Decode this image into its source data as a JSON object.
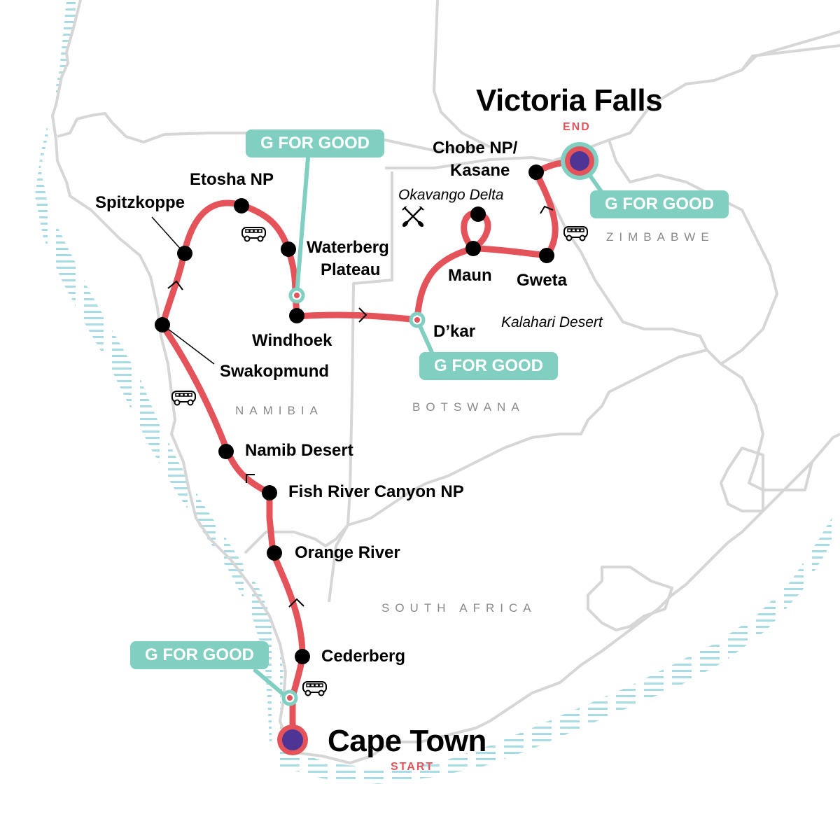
{
  "map": {
    "title_start": "Cape Town",
    "title_end": "Victoria Falls",
    "start_tag": "START",
    "end_tag": "END",
    "colors": {
      "route": "#e5535a",
      "gfg": "#80cfc1",
      "border": "#d6d6d6",
      "water": "#a8dbe3",
      "endpoint_fill": "#4e3494",
      "stop_dot": "#000000",
      "country_label": "#8a8a8a"
    },
    "stops": [
      {
        "name": "Cederberg"
      },
      {
        "name": "Orange River"
      },
      {
        "name": "Fish River Canyon NP"
      },
      {
        "name": "Namib Desert"
      },
      {
        "name": "Swakopmund"
      },
      {
        "name": "Spitzkoppe"
      },
      {
        "name": "Etosha NP"
      },
      {
        "name": "Waterberg",
        "name_line2": "Plateau"
      },
      {
        "name": "Windhoek"
      },
      {
        "name": "D’kar"
      },
      {
        "name": "Maun"
      },
      {
        "name": "Gweta"
      },
      {
        "name": "Chobe NP/",
        "name_line2": "Kasane"
      }
    ],
    "regions": [
      {
        "name": "Okavango Delta"
      },
      {
        "name": "Kalahari Desert"
      }
    ],
    "countries": [
      {
        "name": "NAMIBIA"
      },
      {
        "name": "BOTSWANA"
      },
      {
        "name": "SOUTH AFRICA"
      },
      {
        "name": "ZIMBABWE"
      }
    ],
    "gfg_badges": [
      {
        "label": "G FOR GOOD",
        "location": "Cape Town area"
      },
      {
        "label": "G FOR GOOD",
        "location": "Waterberg Plateau"
      },
      {
        "label": "G FOR GOOD",
        "location": "D’kar"
      },
      {
        "label": "G FOR GOOD",
        "location": "Victoria Falls"
      }
    ],
    "icons": [
      "bus-icon",
      "bus-icon",
      "bus-icon",
      "bus-icon",
      "canoe-paddles-icon"
    ]
  }
}
